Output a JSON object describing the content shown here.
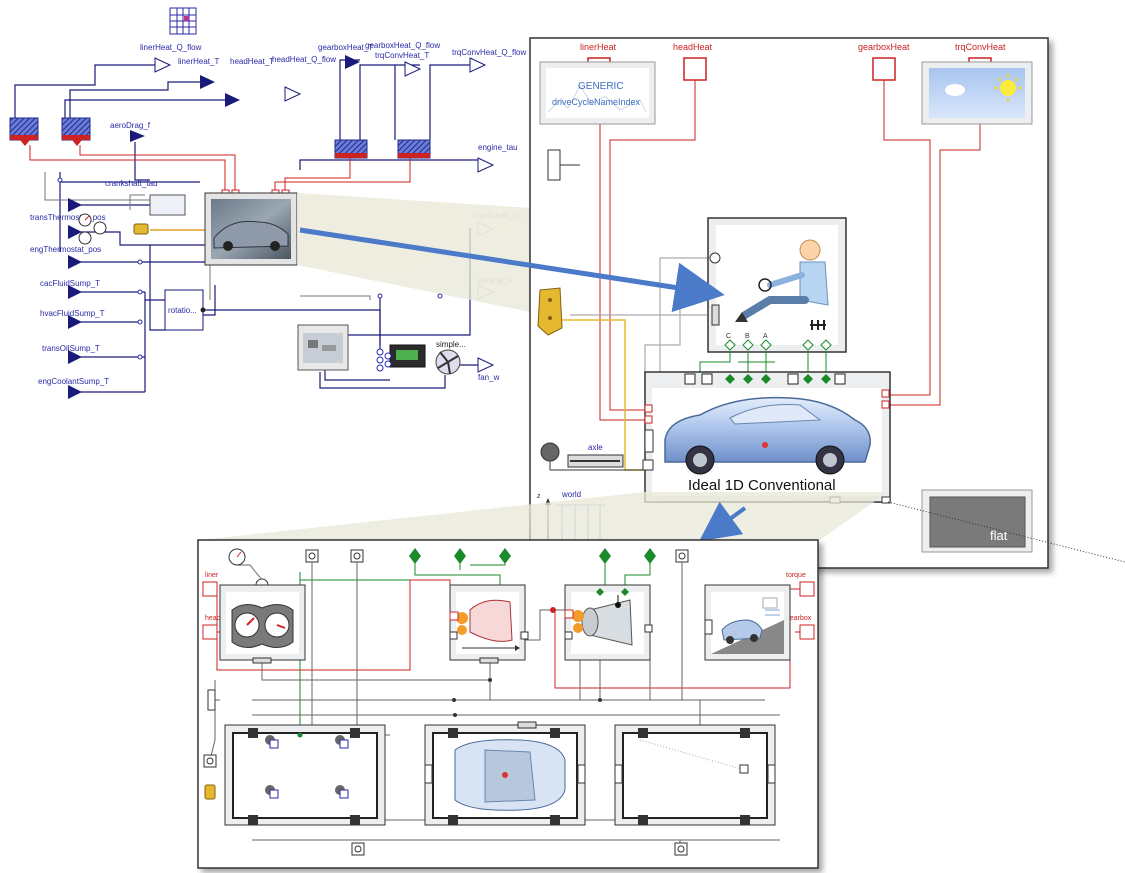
{
  "top_left_diagram": {
    "outputs": [
      "linerHeat_Q_flow",
      "linerHeat_T",
      "headHeat_T",
      "headHeat_Q_flow",
      "gearboxHeat_T",
      "gearboxHeat_Q_flow",
      "trqConvHeat_T",
      "trqConvHeat_Q_flow",
      "engine_tau",
      "crankshaft_w",
      "vehicle_v",
      "fan_w"
    ],
    "inputs": [
      "aeroDrag_f",
      "crankshaft_tau",
      "transThermostat_pos",
      "engThermostat_pos",
      "cacFluidSump_T",
      "hvacFluidSump_T",
      "transOilSump_T",
      "engCoolantSump_T"
    ],
    "blocks": [
      "rotatio...",
      "simple..."
    ]
  },
  "right_panel": {
    "heat_ports": [
      "linerHeat",
      "headHeat",
      "gearboxHeat",
      "trqConvHeat"
    ],
    "generic_label": "GENERIC",
    "drive_cycle_label": "driveCycleNameIndex",
    "driver_letters": [
      "C",
      "B",
      "A"
    ],
    "vehicle_title": "Ideal 1D Conventional",
    "axle_label": "axle",
    "world_label": "world",
    "axis_letter": "z",
    "flat_label": "flat"
  },
  "bottom_panel": {
    "left_labels": [
      "liner",
      "head"
    ],
    "right_labels": [
      "torque",
      "gearbox"
    ]
  },
  "colors": {
    "signal_blue": "#1a1a7a",
    "heat_red": "#cc2222",
    "hatch_blue": "#3344aa",
    "arrow_blue": "#4a7ac8",
    "connector_green": "#1a8a2a"
  }
}
